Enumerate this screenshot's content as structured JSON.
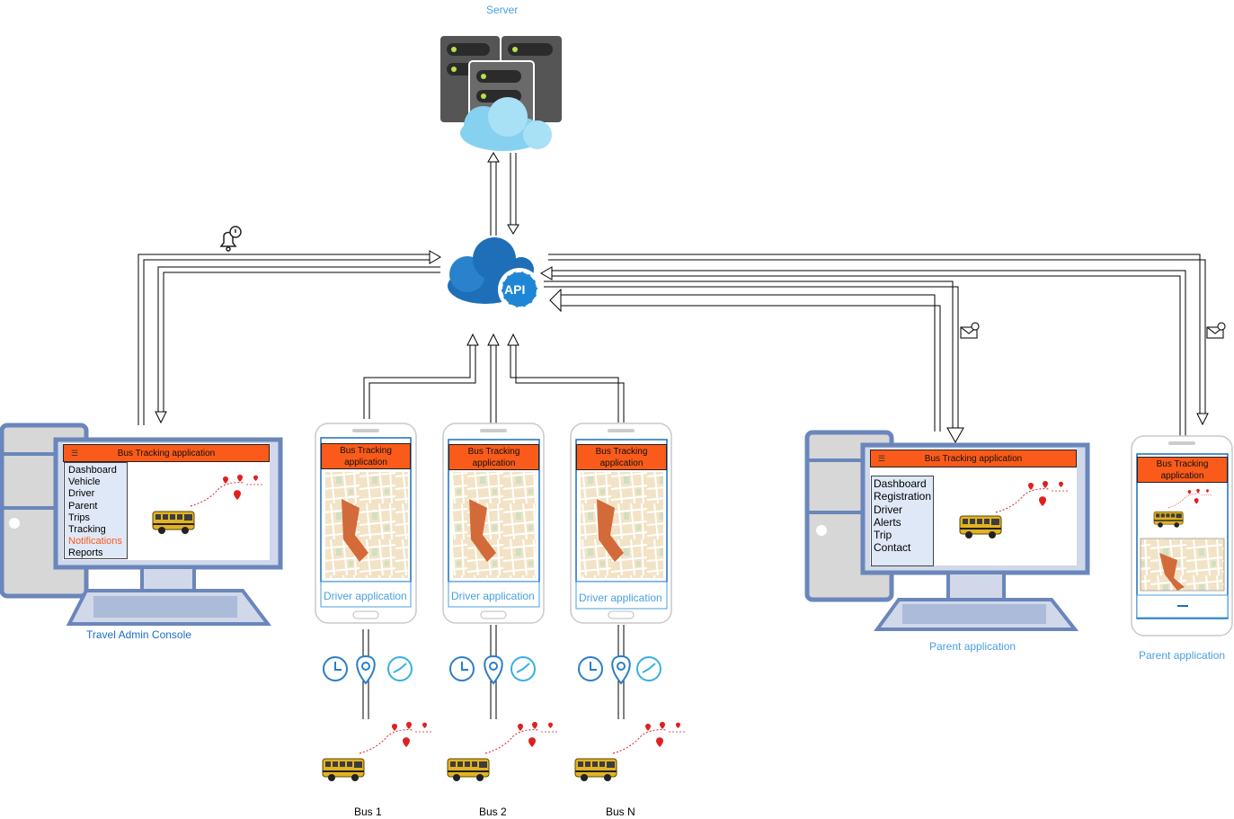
{
  "server": {
    "label": "Server"
  },
  "api": {
    "label": "API"
  },
  "app_title": "Bus Tracking application",
  "admin_console": {
    "label": "Travel Admin Console",
    "menu": [
      "Dashboard",
      "Vehicle",
      "Driver",
      "Parent",
      "Trips",
      "Tracking",
      "Notifications",
      "Reports"
    ],
    "active_item": "Notifications"
  },
  "driver_phones": [
    {
      "title": "Bus Tracking application",
      "footer": "Driver application"
    },
    {
      "title": "Bus Tracking application",
      "footer": "Driver application"
    },
    {
      "title": "Bus Tracking application",
      "footer": "Driver application"
    }
  ],
  "buses": [
    {
      "label": "Bus 1"
    },
    {
      "label": "Bus 2"
    },
    {
      "label": "Bus N"
    }
  ],
  "parent_desktop": {
    "label": "Parent application",
    "menu": [
      "Dashboard",
      "Registration",
      "Driver",
      "Alerts",
      "Trip",
      "Contact"
    ]
  },
  "parent_mobile": {
    "label": "Parent application",
    "title": "Bus Tracking application"
  },
  "colors": {
    "accent_orange": "#fa5b1a",
    "device_blue": "#6a86bb",
    "api_blue": "#1e6fb8",
    "label_blue": "#4a9fe0"
  }
}
